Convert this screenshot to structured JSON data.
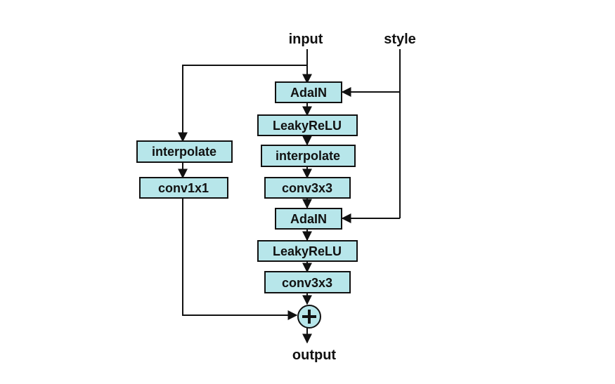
{
  "colors": {
    "node_fill": "#b7e6ea",
    "stroke": "#111111",
    "background": "#ffffff"
  },
  "diagram": {
    "inputs": {
      "input": "input",
      "style": "style"
    },
    "output": "output",
    "main_branch": [
      "AdaIN",
      "LeakyReLU",
      "interpolate",
      "conv3x3",
      "AdaIN",
      "LeakyReLU",
      "conv3x3"
    ],
    "skip_branch": [
      "interpolate",
      "conv1x1"
    ],
    "merge_symbol": "+",
    "merge_icon": "plus-circle-icon"
  }
}
